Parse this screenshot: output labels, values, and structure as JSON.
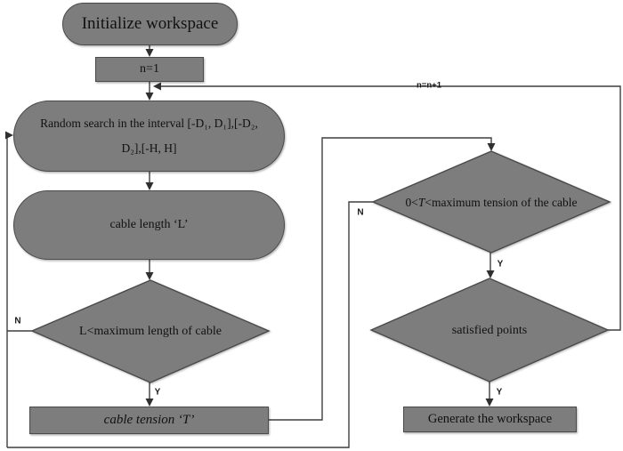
{
  "colors": {
    "node_fill": "#7d7d7d",
    "node_border": "#4a4a4a",
    "line": "#3f3f3f",
    "text": "#111111"
  },
  "nodes": {
    "initialize": {
      "label": "Initialize workspace"
    },
    "n1": {
      "label": "n=1"
    },
    "random_search": {
      "line1": "Random search in the interval [-D₁, D₁],[-D₂,",
      "line2": "D₂],[-H, H]"
    },
    "cable_length": {
      "label": "cable length ‘L’"
    },
    "length_check": {
      "label": "L<maximum length of cable"
    },
    "cable_tension": {
      "label": "cable tension ‘T’"
    },
    "tension_check": {
      "pre": "0<",
      "var": "T",
      "post": "<maximum tension of the cable"
    },
    "satisfied_points": {
      "label": "satisfied points"
    },
    "generate": {
      "label": "Generate the workspace"
    }
  },
  "edge_labels": {
    "length_no": "N",
    "length_yes": "Y",
    "tension_no": "N",
    "tension_yes": "Y",
    "satisfied_yes": "Y",
    "increment": "n=n+1"
  }
}
